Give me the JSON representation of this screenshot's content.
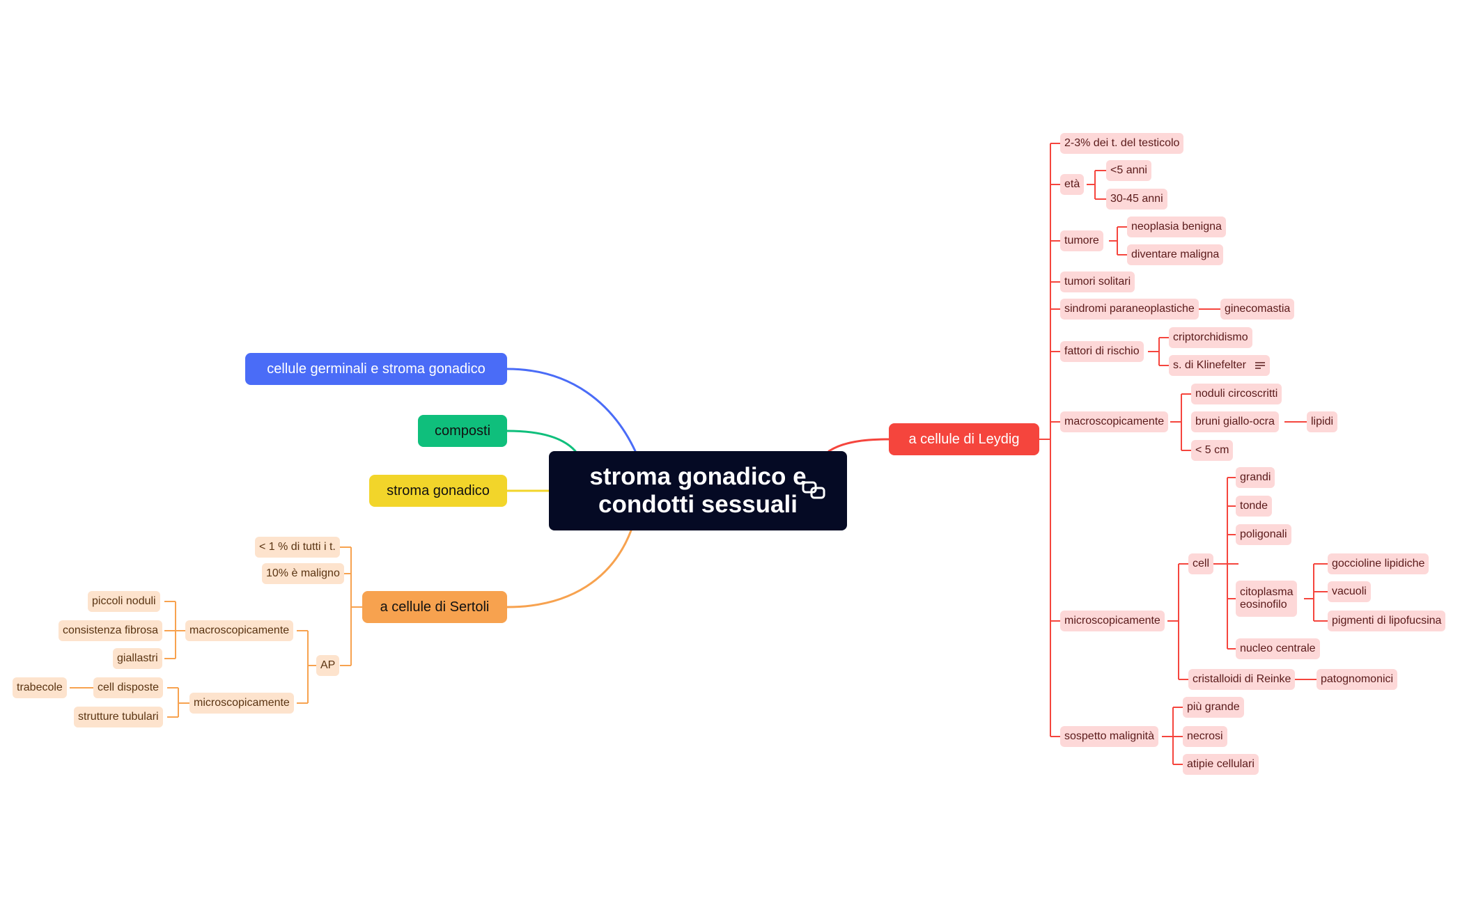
{
  "central": {
    "line1": "stroma gonadico e",
    "line2": "condotti sessuali"
  },
  "icons": {
    "central": "link-icon",
    "notes": "notes-icon"
  },
  "colors": {
    "central": "#050a24",
    "blue": "#4a6cf7",
    "green": "#0fbf7c",
    "yellow": "#f2d52a",
    "orange": "#f7a24f",
    "red": "#f5453d",
    "red_light": "#fdd8d8",
    "orange_light": "#fde3cd"
  },
  "branches": {
    "germinali": "cellule germinali e stroma gonadico",
    "composti": "composti",
    "stroma": "stroma gonadico",
    "sertoli": {
      "label": "a cellule di Sertoli",
      "c1": "< 1 % di tutti i t.",
      "c2": "10% è maligno",
      "ap": "AP",
      "macro": "macroscopicamente",
      "macro_items": [
        "piccoli noduli",
        "consistenza fibrosa",
        "giallastri"
      ],
      "micro": "microscopicamente",
      "cell_disposte": "cell disposte",
      "trabecole": "trabecole",
      "strutture": "strutture tubulari"
    },
    "leydig": {
      "label": "a cellule di Leydig",
      "perc": "2-3% dei t. del testicolo",
      "eta": "età",
      "eta_items": [
        "<5 anni",
        "30-45 anni"
      ],
      "tumore": "tumore",
      "tumore_items": [
        "neoplasia benigna",
        "diventare maligna"
      ],
      "solitari": "tumori solitari",
      "sindromi": "sindromi paraneoplastiche",
      "ginecomastia": "ginecomastia",
      "fattori": "fattori di rischio",
      "fattori_items": [
        "criptorchidismo",
        "s. di Klinefelter"
      ],
      "macro": "macroscopicamente",
      "noduli": "noduli circoscritti",
      "bruni": "bruni giallo-ocra",
      "lipidi": "lipidi",
      "size": "< 5 cm",
      "micro": "microscopicamente",
      "cell": "cell",
      "cell_items": [
        "grandi",
        "tonde",
        "poligonali"
      ],
      "citoplasma": [
        "citoplasma",
        "eosinofilo"
      ],
      "citoplasma_items": [
        "goccioline lipidiche",
        "vacuoli",
        "pigmenti di lipofucsina"
      ],
      "nucleo": "nucleo centrale",
      "cristalloidi": "cristalloidi di Reinke",
      "patognomonici": "patognomonici",
      "sospetto": "sospetto malignità",
      "sospetto_items": [
        "più grande",
        "necrosi",
        "atipie cellulari"
      ]
    }
  }
}
